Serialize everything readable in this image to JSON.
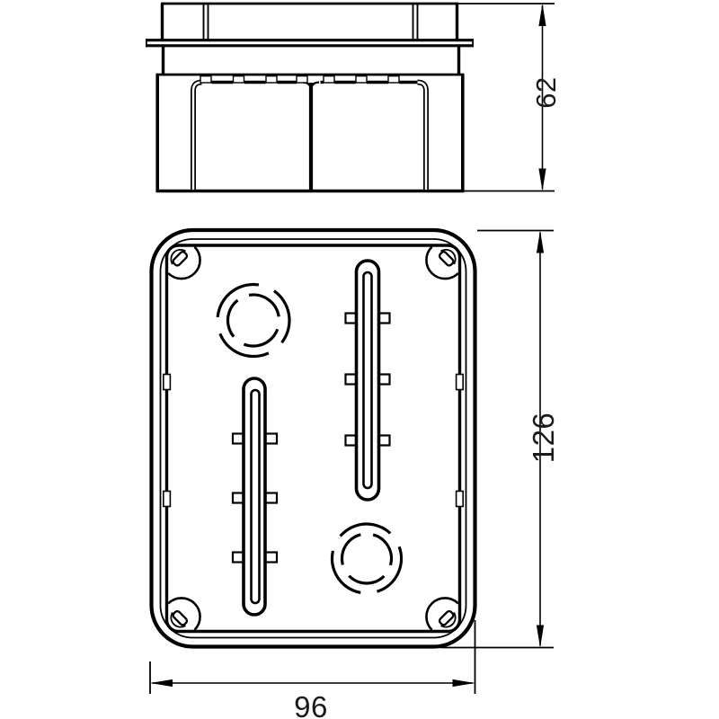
{
  "drawing": {
    "description": "junction-box-two-view-technical-drawing",
    "views": {
      "side_section_view": "side-cross-section-of-box-with-lid-and-flange",
      "plan_view": "bottom-plan-view-of-box-base"
    },
    "dimensions": {
      "depth": "62",
      "height": "126",
      "width": "96"
    },
    "features": {
      "knockout_circles": 2,
      "cable_slots": 2,
      "corner_screw_bosses": 4,
      "wall_notches": 4
    }
  },
  "colors": {
    "line": "#000000",
    "background": "#ffffff"
  }
}
